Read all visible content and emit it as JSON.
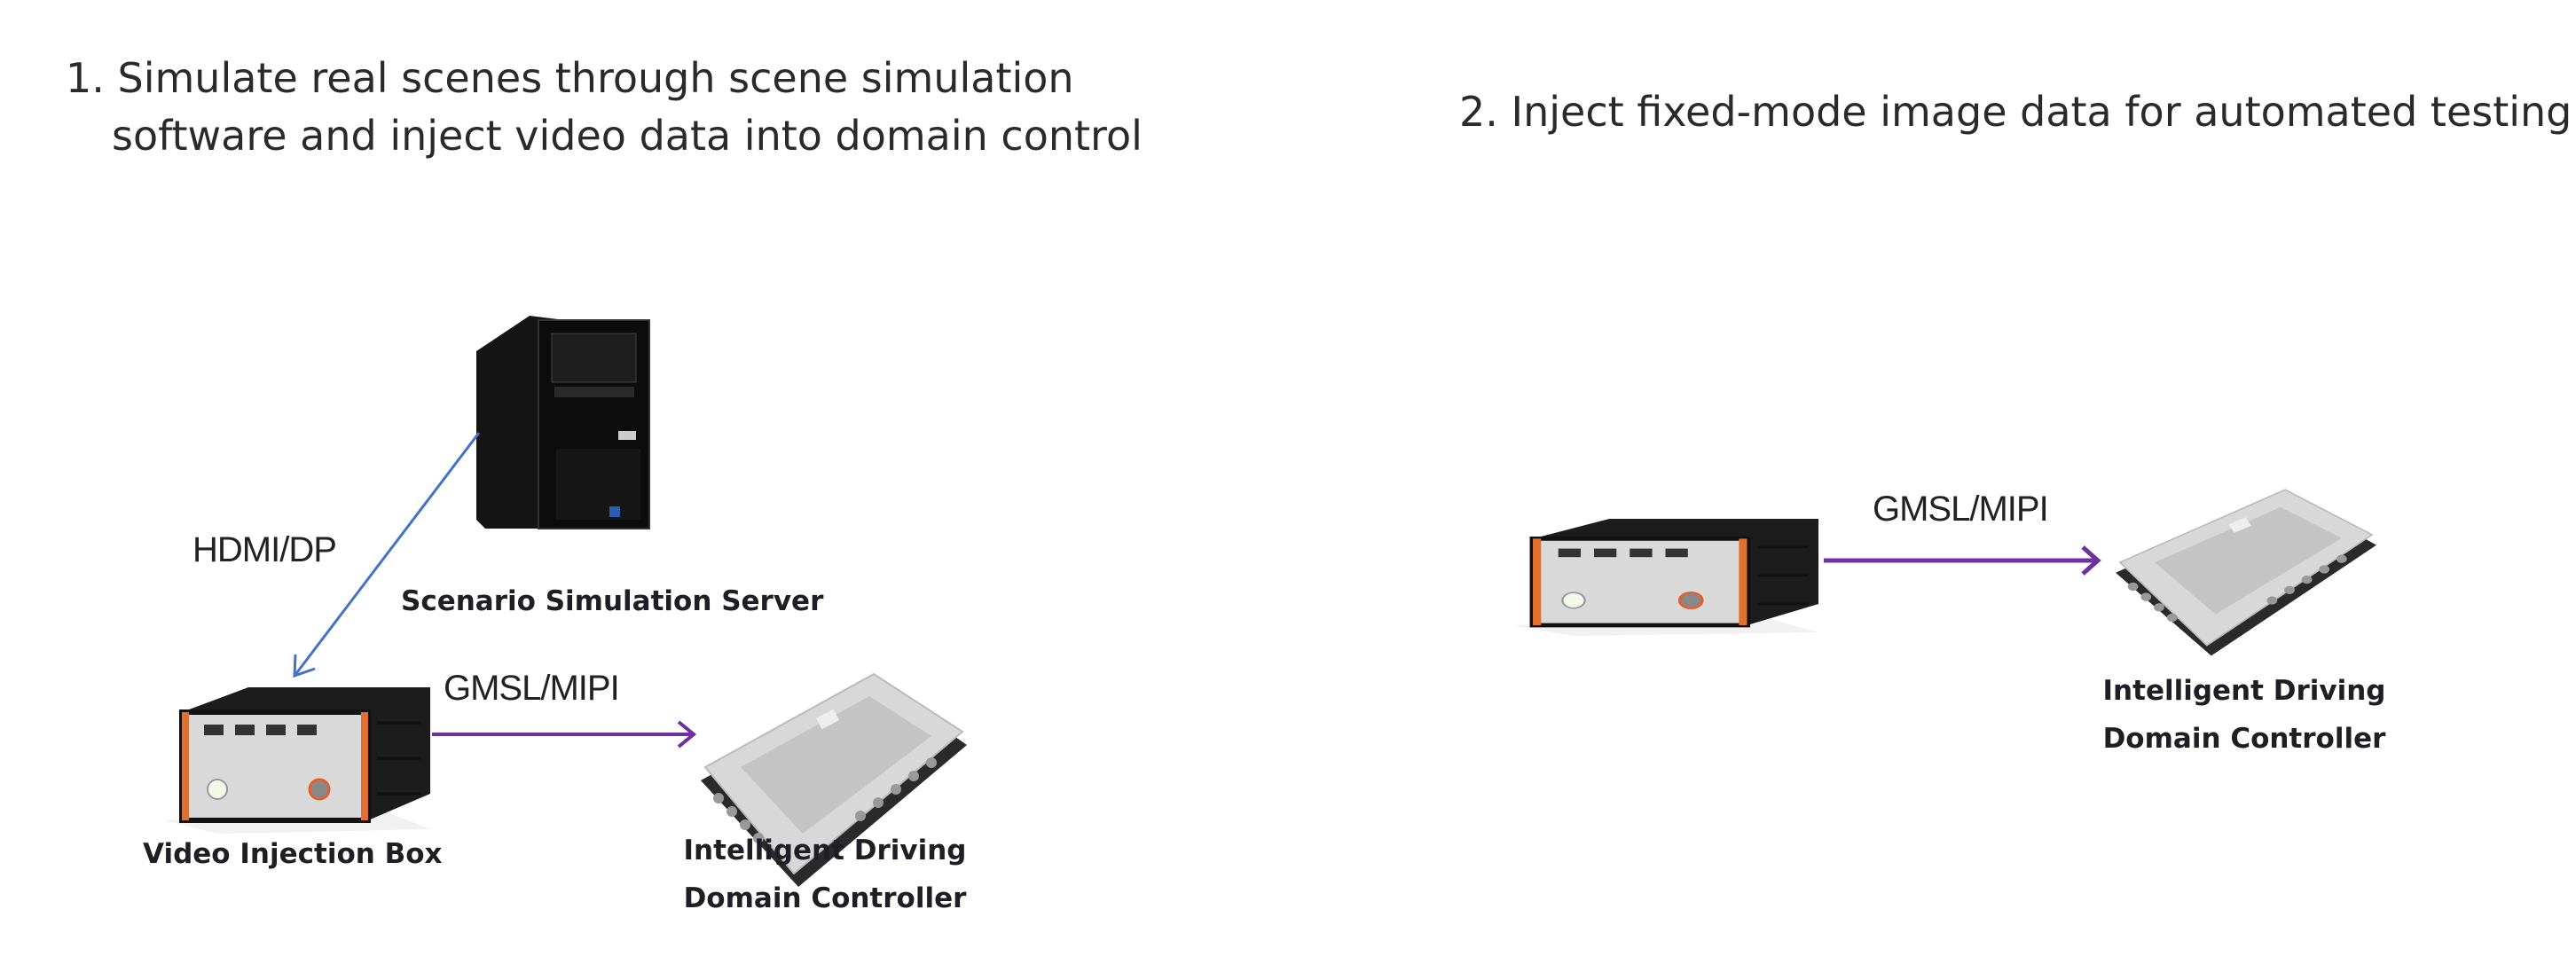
{
  "scenario1": {
    "heading_line1": "1. Simulate real scenes through scene simulation",
    "heading_line2": "software and inject video data into domain control",
    "server_label": "Scenario Simulation Server",
    "hdmi_label": "HDMI/DP",
    "gmsl_label": "GMSL/MIPI",
    "box_label": "Video Injection Box",
    "controller_label_line1": "Intelligent Driving",
    "controller_label_line2": "Domain Controller"
  },
  "scenario2": {
    "heading": "2. Inject fixed-mode image data for automated testing",
    "gmsl_label": "GMSL/MIPI",
    "controller_label_line1": "Intelligent Driving",
    "controller_label_line2": "Domain Controller"
  },
  "colors": {
    "hdmi_arrow": "#4472c4",
    "gmsl_arrow": "#7030a0"
  }
}
